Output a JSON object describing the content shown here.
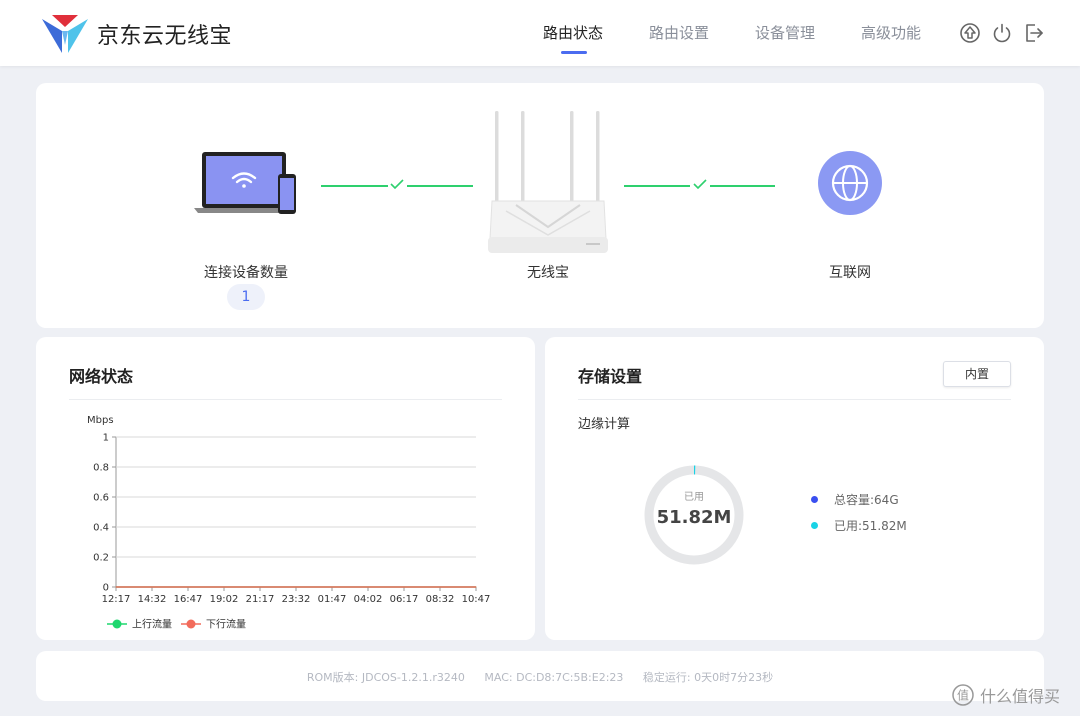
{
  "app": {
    "title": "京东云无线宝"
  },
  "nav": {
    "tabs": [
      {
        "label": "路由状态",
        "active": true
      },
      {
        "label": "路由设置",
        "active": false
      },
      {
        "label": "设备管理",
        "active": false
      },
      {
        "label": "高级功能",
        "active": false
      }
    ],
    "icons": [
      "upgrade-icon",
      "power-icon",
      "logout-icon"
    ]
  },
  "topology": {
    "devices_label": "连接设备数量",
    "device_count": "1",
    "router_label": "无线宝",
    "internet_label": "互联网"
  },
  "network": {
    "title": "网络状态",
    "chart_data": {
      "type": "line",
      "ylabel": "Mbps",
      "ylim": [
        0,
        1
      ],
      "yticks": [
        "1",
        "0.8",
        "0.6",
        "0.4",
        "0.2",
        "0"
      ],
      "categories": [
        "12:17",
        "14:32",
        "16:47",
        "19:02",
        "21:17",
        "23:32",
        "01:47",
        "04:02",
        "06:17",
        "08:32",
        "10:47"
      ],
      "series": [
        {
          "name": "上行流量",
          "color": "#1ed76e",
          "values": [
            0,
            0,
            0,
            0,
            0,
            0,
            0,
            0,
            0,
            0,
            0
          ]
        },
        {
          "name": "下行流量",
          "color": "#f26b5b",
          "values": [
            0,
            0,
            0,
            0,
            0,
            0,
            0,
            0,
            0,
            0,
            0
          ]
        }
      ]
    }
  },
  "storage": {
    "title": "存储设置",
    "button_label": "内置",
    "section_label": "边缘计算",
    "donut": {
      "center_label": "已用",
      "center_value": "51.82M",
      "used_fraction": 0.0008,
      "track_color": "#e5e6e8",
      "used_color": "#19d3e6"
    },
    "legend": [
      {
        "label": "总容量:64G",
        "color": "#3a4ff0"
      },
      {
        "label": "已用:51.82M",
        "color": "#19d3e6"
      }
    ]
  },
  "footer": {
    "rom": "ROM版本: JDCOS-1.2.1.r3240",
    "mac": "MAC: DC:D8:7C:5B:E2:23",
    "uptime": "稳定运行: 0天0时7分23秒"
  },
  "watermark": {
    "icon_text": "值",
    "text": "什么值得买"
  }
}
